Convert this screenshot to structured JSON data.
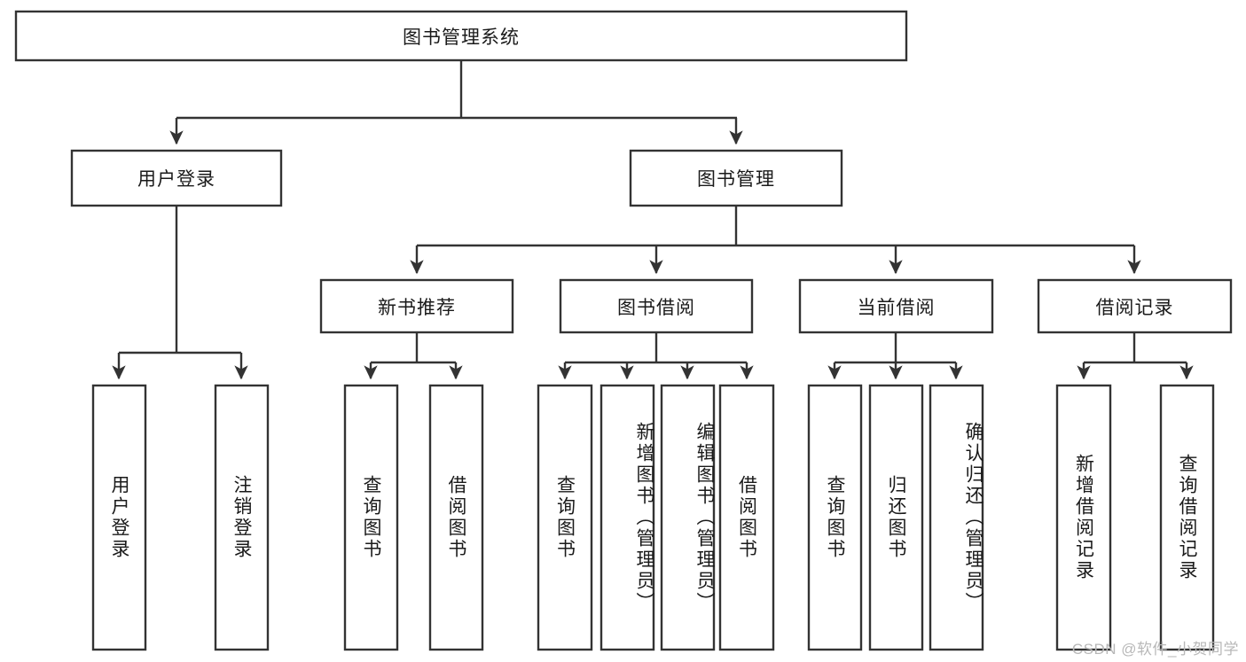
{
  "diagram": {
    "type": "tree-hierarchy",
    "title": "图书管理系统",
    "style": {
      "box_fill": "#ffffff",
      "box_stroke": "#333333",
      "connector_color": "#333333",
      "text_color": "#1a1a1a",
      "background": "#ffffff"
    },
    "levels": {
      "root": {
        "label": "图书管理系统"
      },
      "level2": [
        {
          "label": "用户登录"
        },
        {
          "label": "图书管理"
        }
      ],
      "level3": [
        {
          "label": "新书推荐"
        },
        {
          "label": "图书借阅"
        },
        {
          "label": "当前借阅"
        },
        {
          "label": "借阅记录"
        }
      ],
      "leaves": [
        {
          "label": "用户登录",
          "parent": "用户登录"
        },
        {
          "label": "注销登录",
          "parent": "用户登录"
        },
        {
          "label": "查询图书",
          "parent": "新书推荐"
        },
        {
          "label": "借阅图书",
          "parent": "新书推荐"
        },
        {
          "label": "查询图书",
          "parent": "图书借阅"
        },
        {
          "label": "新增图书（管理员）",
          "parent": "图书借阅"
        },
        {
          "label": "编辑图书（管理员）",
          "parent": "图书借阅"
        },
        {
          "label": "借阅图书",
          "parent": "图书借阅"
        },
        {
          "label": "查询图书",
          "parent": "当前借阅"
        },
        {
          "label": "归还图书",
          "parent": "当前借阅"
        },
        {
          "label": "确认归还（管理员）",
          "parent": "当前借阅"
        },
        {
          "label": "新增借阅记录",
          "parent": "借阅记录"
        },
        {
          "label": "查询借阅记录",
          "parent": "借阅记录"
        }
      ]
    }
  },
  "watermark": {
    "text": "CSDN @软件_小贺同学"
  }
}
